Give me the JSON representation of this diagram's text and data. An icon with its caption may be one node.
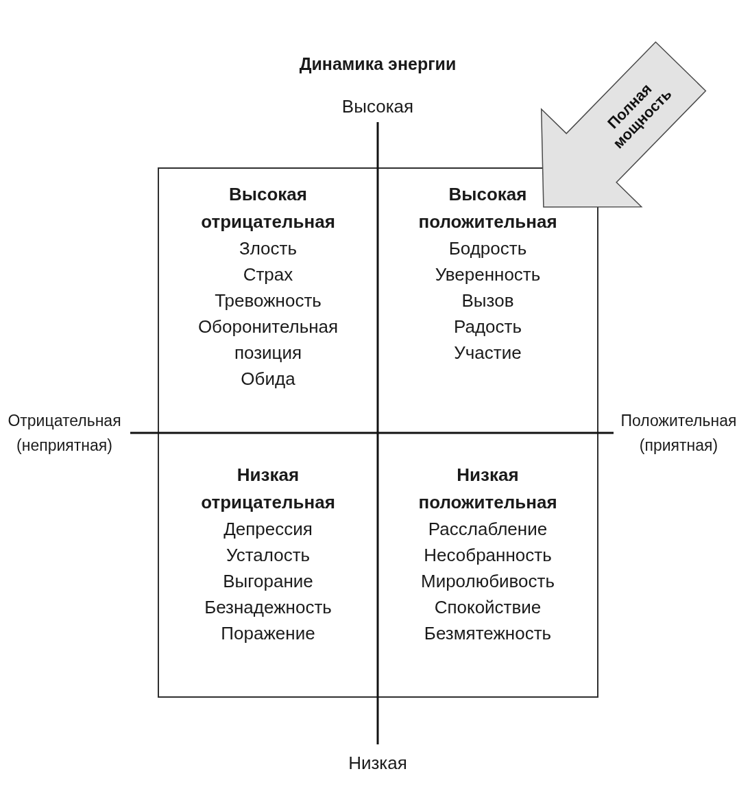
{
  "diagram": {
    "title": "Динамика энергии",
    "nodes": [
      {
        "text": [],
        "shape": "box"
      },
      {
        "text": [
          "Высокая отрицательная",
          "Злость",
          "Страх",
          "Тревожность",
          "Оборонительная позиция",
          "Обида"
        ],
        "in": 0
      },
      {
        "text": [
          "Высокая положительная",
          "Бодрость",
          "Уверенность",
          "Вызов",
          "Радость",
          "Участие"
        ],
        "in": 0
      },
      {
        "text": [
          "Низкая отрицательная",
          "Депрессия",
          "Усталость",
          "Выгорание",
          "Безнадежность",
          "Поражение"
        ],
        "in": 0
      },
      {
        "text": [
          "Низкая положительная",
          "Расслабление",
          "Несобранность",
          "Миролюбивость",
          "Спокойствие",
          "Безмятежность"
        ],
        "in": 0
      }
    ],
    "edges": [
      {
        "from": null,
        "to": 2,
        "arrow": "to",
        "label": "Полная мощность",
        "style": "thick"
      }
    ],
    "labels": [
      "Высокая",
      "Отрицательная (неприятная)",
      "Положительная (приятная)",
      "Низкая"
    ]
  }
}
